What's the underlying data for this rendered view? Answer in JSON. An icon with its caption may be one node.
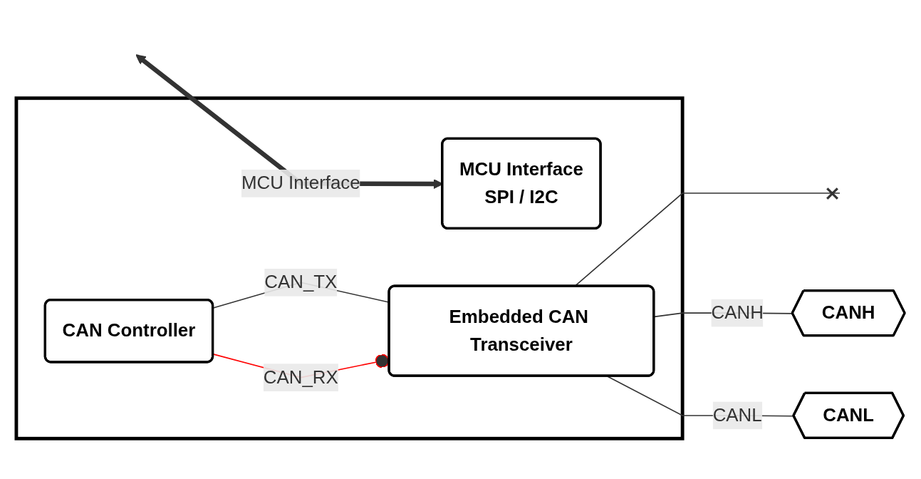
{
  "diagram": {
    "nodes": [
      {
        "text": [],
        "shape": "box"
      },
      {
        "text": [
          "MCU Interface",
          "SPI / I2C"
        ],
        "in": 0
      },
      {
        "text": [
          "CAN Controller"
        ],
        "in": 0
      },
      {
        "text": [
          "Embedded CAN Transceiver"
        ],
        "in": 0
      },
      {
        "text": [
          "CANH"
        ]
      },
      {
        "text": [
          "CANL"
        ]
      }
    ],
    "edges": [
      {
        "from": null,
        "to": 1,
        "arrow": "both",
        "label": "MCU Interface",
        "style": "thick"
      },
      {
        "from": 2,
        "to": 3,
        "arrow": "none",
        "label": "CAN_TX"
      },
      {
        "from": 2,
        "to": 3,
        "arrow": "other",
        "label": "CAN_RX",
        "color": "#ff0000"
      },
      {
        "from": 3,
        "to": null,
        "arrow": "other"
      },
      {
        "from": 3,
        "to": 4,
        "arrow": "none",
        "label": "CANH"
      },
      {
        "from": 3,
        "to": 5,
        "arrow": "none",
        "label": "CANL"
      }
    ]
  }
}
